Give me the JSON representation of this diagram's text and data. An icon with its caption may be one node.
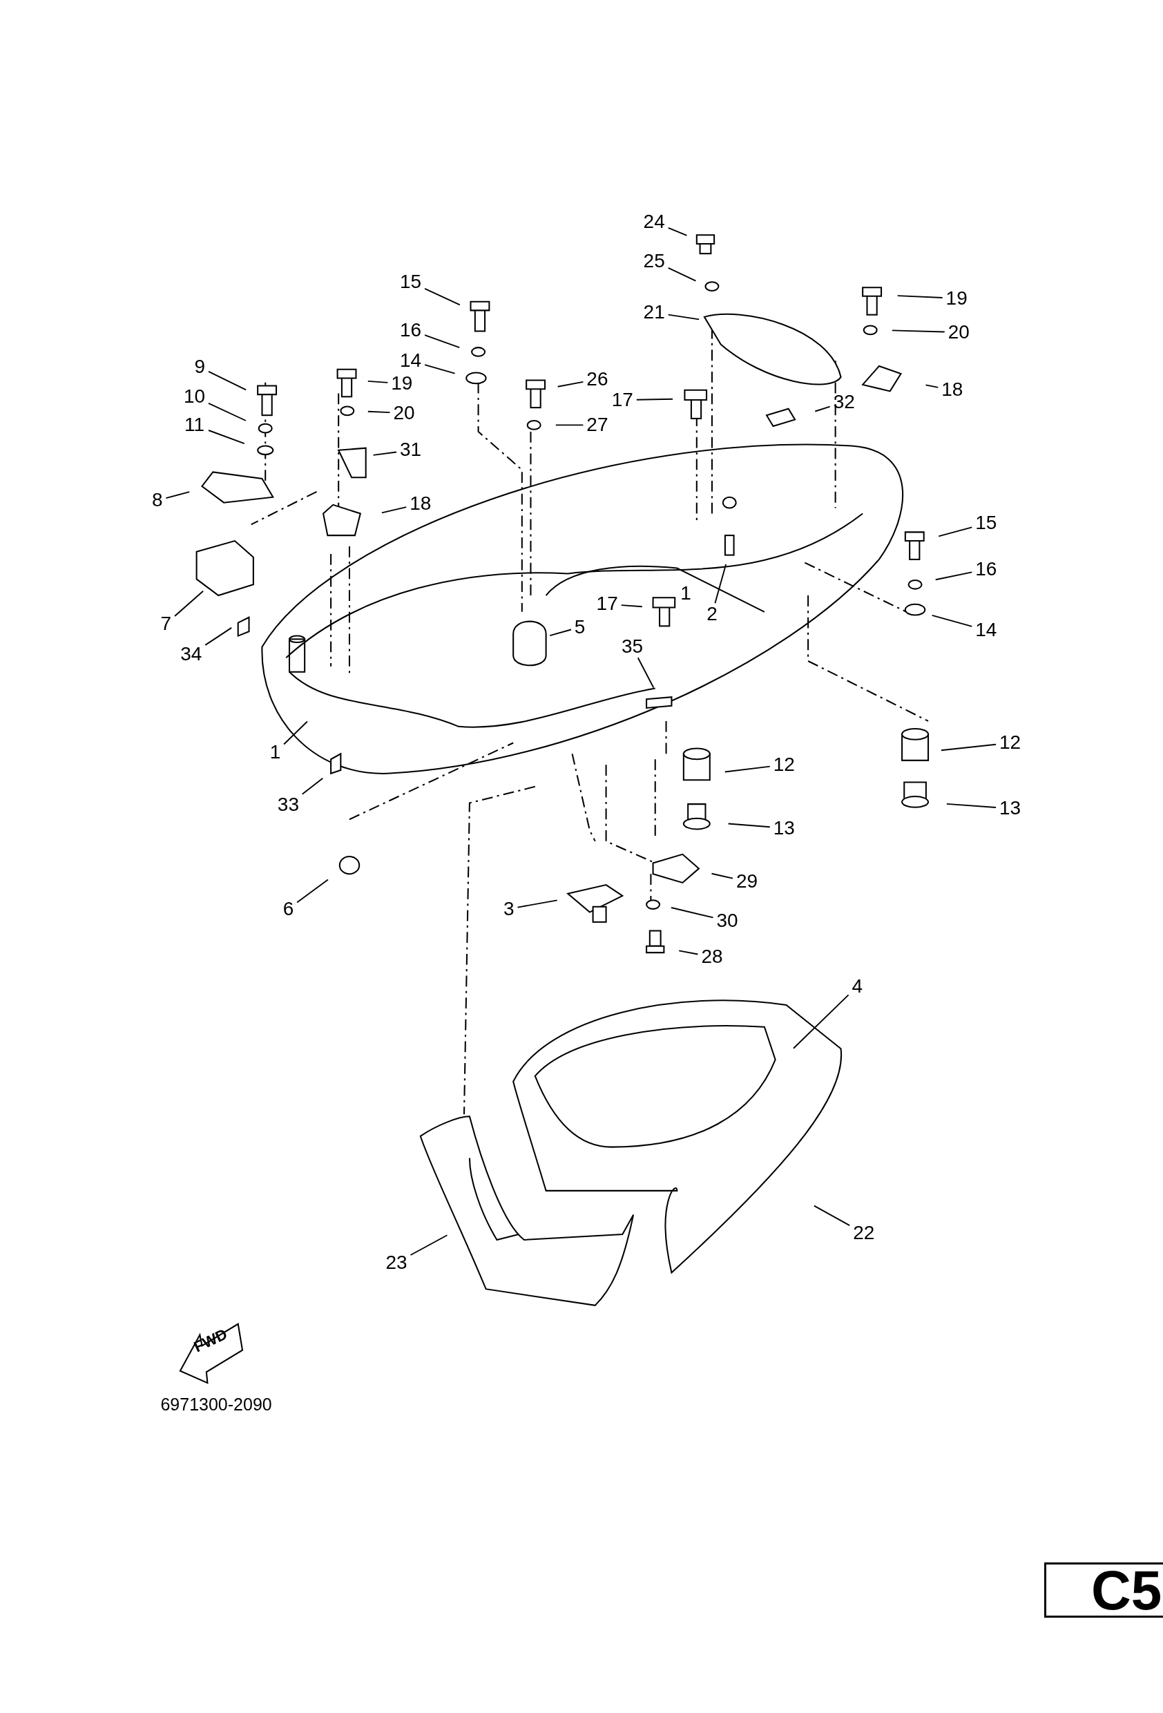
{
  "diagram": {
    "nodes": [
      {
        "text": [
          "24"
        ]
      },
      {
        "text": [
          "25"
        ]
      },
      {
        "text": [
          "15"
        ]
      },
      {
        "text": [
          "19"
        ]
      },
      {
        "text": [
          "21"
        ]
      },
      {
        "text": [
          "16"
        ]
      },
      {
        "text": [
          "20"
        ]
      },
      {
        "text": [
          "14"
        ]
      },
      {
        "text": [
          "9"
        ]
      },
      {
        "text": [
          "26"
        ]
      },
      {
        "text": [
          "19"
        ]
      },
      {
        "text": [
          "18"
        ]
      },
      {
        "text": [
          "10"
        ]
      },
      {
        "text": [
          "17"
        ]
      },
      {
        "text": [
          "32"
        ]
      },
      {
        "text": [
          "20"
        ]
      },
      {
        "text": [
          "11"
        ]
      },
      {
        "text": [
          "27"
        ]
      },
      {
        "text": [
          "31"
        ]
      },
      {
        "text": [
          "8"
        ]
      },
      {
        "text": [
          "18"
        ]
      },
      {
        "text": [
          "15"
        ]
      },
      {
        "text": [
          "16"
        ]
      },
      {
        "text": [
          "17"
        ]
      },
      {
        "text": [
          "2"
        ]
      },
      {
        "text": [
          "7"
        ]
      },
      {
        "text": [
          "5"
        ]
      },
      {
        "text": [
          "14"
        ]
      },
      {
        "text": [
          "35"
        ]
      },
      {
        "text": [
          "34"
        ]
      },
      {
        "text": [
          "12"
        ]
      },
      {
        "text": [
          "1"
        ]
      },
      {
        "text": [
          "12"
        ]
      },
      {
        "text": [
          "33"
        ]
      },
      {
        "text": [
          "13"
        ]
      },
      {
        "text": [
          "13"
        ]
      },
      {
        "text": [
          "29"
        ]
      },
      {
        "text": [
          "3"
        ]
      },
      {
        "text": [
          "6"
        ]
      },
      {
        "text": [
          "30"
        ]
      },
      {
        "text": [
          "28"
        ]
      },
      {
        "text": [
          "4"
        ]
      },
      {
        "text": [
          "22"
        ]
      },
      {
        "text": [
          "23"
        ]
      }
    ],
    "edges": [
      {
        "from": 0,
        "to": null,
        "arrow": "none"
      },
      {
        "from": 1,
        "to": null,
        "arrow": "none"
      },
      {
        "from": 2,
        "to": null,
        "arrow": "none"
      },
      {
        "from": 3,
        "to": null,
        "arrow": "none"
      },
      {
        "from": 4,
        "to": null,
        "arrow": "none"
      },
      {
        "from": 5,
        "to": null,
        "arrow": "none"
      },
      {
        "from": 6,
        "to": null,
        "arrow": "none"
      },
      {
        "from": 7,
        "to": null,
        "arrow": "none"
      },
      {
        "from": 8,
        "to": null,
        "arrow": "none"
      },
      {
        "from": 9,
        "to": null,
        "arrow": "none"
      },
      {
        "from": 10,
        "to": null,
        "arrow": "none"
      },
      {
        "from": 11,
        "to": null,
        "arrow": "none"
      },
      {
        "from": 12,
        "to": null,
        "arrow": "none"
      },
      {
        "from": 13,
        "to": null,
        "arrow": "none"
      },
      {
        "from": 14,
        "to": null,
        "arrow": "none"
      },
      {
        "from": 15,
        "to": null,
        "arrow": "none"
      },
      {
        "from": 16,
        "to": null,
        "arrow": "none"
      },
      {
        "from": 17,
        "to": null,
        "arrow": "none"
      },
      {
        "from": 18,
        "to": null,
        "arrow": "none"
      },
      {
        "from": 19,
        "to": null,
        "arrow": "none"
      },
      {
        "from": 20,
        "to": null,
        "arrow": "none"
      },
      {
        "from": 21,
        "to": null,
        "arrow": "none"
      },
      {
        "from": 22,
        "to": null,
        "arrow": "none"
      },
      {
        "from": 23,
        "to": null,
        "arrow": "none"
      },
      {
        "from": 24,
        "to": null,
        "arrow": "none"
      },
      {
        "from": 25,
        "to": null,
        "arrow": "none"
      },
      {
        "from": 26,
        "to": null,
        "arrow": "none"
      },
      {
        "from": 27,
        "to": null,
        "arrow": "none"
      },
      {
        "from": 28,
        "to": null,
        "arrow": "none"
      },
      {
        "from": 29,
        "to": null,
        "arrow": "none"
      },
      {
        "from": 30,
        "to": null,
        "arrow": "none"
      },
      {
        "from": 31,
        "to": null,
        "arrow": "none"
      },
      {
        "from": 32,
        "to": null,
        "arrow": "none"
      },
      {
        "from": 33,
        "to": null,
        "arrow": "none"
      },
      {
        "from": 34,
        "to": null,
        "arrow": "none"
      },
      {
        "from": 35,
        "to": null,
        "arrow": "none"
      },
      {
        "from": 36,
        "to": null,
        "arrow": "none"
      },
      {
        "from": 37,
        "to": null,
        "arrow": "none"
      },
      {
        "from": 38,
        "to": null,
        "arrow": "none"
      },
      {
        "from": 39,
        "to": null,
        "arrow": "none"
      },
      {
        "from": 40,
        "to": null,
        "arrow": "none"
      },
      {
        "from": 41,
        "to": null,
        "arrow": "none"
      },
      {
        "from": 42,
        "to": null,
        "arrow": "none"
      },
      {
        "from": 43,
        "to": null,
        "arrow": "none"
      }
    ],
    "labels": [
      "1",
      "FWD",
      "6971300-2090",
      "C5"
    ]
  }
}
